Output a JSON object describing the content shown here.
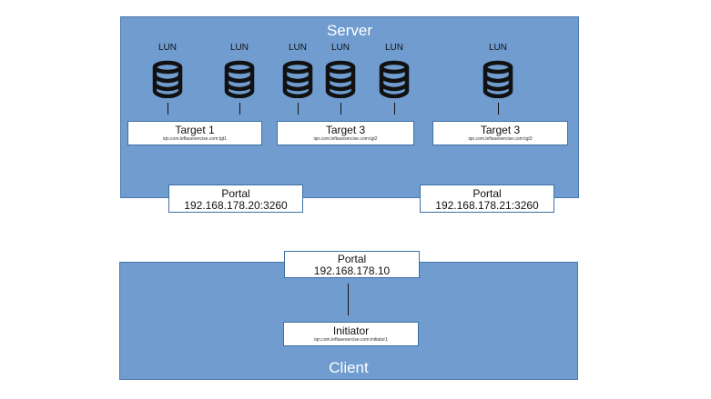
{
  "server": {
    "title": "Server",
    "luns": [
      {
        "label": "LUN",
        "icon": "database-icon"
      },
      {
        "label": "LUN",
        "icon": "database-icon"
      },
      {
        "label": "LUN",
        "icon": "database-icon"
      },
      {
        "label": "LUN",
        "icon": "database-icon"
      },
      {
        "label": "LUN",
        "icon": "database-icon"
      },
      {
        "label": "LUN",
        "icon": "database-icon"
      }
    ],
    "targets": [
      {
        "title": "Target 1",
        "iqn": "iqn.com.leftasexercise.com:tgt1"
      },
      {
        "title": "Target 3",
        "iqn": "iqn.com.leftasexercise.com:tgt2"
      },
      {
        "title": "Target 3",
        "iqn": "iqn.com.leftasexercise.com:tgt3"
      }
    ],
    "portals": [
      {
        "title": "Portal",
        "address": "192.168.178.20:3260"
      },
      {
        "title": "Portal",
        "address": "192.168.178.21:3260"
      }
    ]
  },
  "client": {
    "title": "Client",
    "portal": {
      "title": "Portal",
      "address": "192.168.178.10"
    },
    "initiator": {
      "title": "Initiator",
      "iqn": "iqn.com.leftasexercise.com:initiator1"
    }
  },
  "colors": {
    "panel_fill": "#709ccf",
    "panel_border": "#4a78ad",
    "box_border": "#3d6fa5",
    "text": "#111111"
  }
}
